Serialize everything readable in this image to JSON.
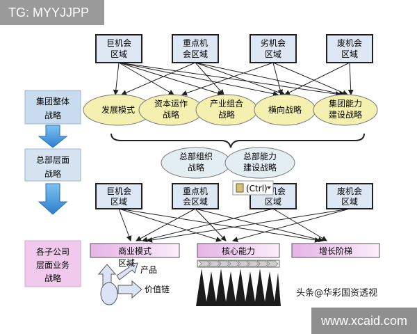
{
  "watermark_top_left": "TG: MYYJJPP",
  "watermark_bottom_right": "www.xcaid.com",
  "watermark_caption": "头条@华彩国资透视",
  "top_opportunity_boxes": [
    [
      "巨机会",
      "区域"
    ],
    [
      "重点机",
      "会区域"
    ],
    [
      "劣机会",
      "区域"
    ],
    [
      "废机会",
      "区域"
    ]
  ],
  "bottom_opportunity_boxes": [
    [
      "巨机会",
      "区域"
    ],
    [
      "重点机",
      "会区域"
    ],
    [
      "劣机会",
      "区域"
    ],
    [
      "废机会",
      "区域"
    ]
  ],
  "level_labels": {
    "group": [
      "集团整体",
      "战略"
    ],
    "hq": [
      "总部层面",
      "战略"
    ],
    "sub": [
      "各子公司",
      "层面业务",
      "战略"
    ]
  },
  "group_strategies": [
    [
      "发展模式"
    ],
    [
      "资本运作",
      "战略"
    ],
    [
      "产业组合",
      "战略"
    ],
    [
      "横向战略"
    ],
    [
      "集团能力",
      "建设战略"
    ]
  ],
  "hq_strategies": [
    [
      "总部组织",
      "战略"
    ],
    [
      "总部能力",
      "建设战略"
    ]
  ],
  "ctrl_tooltip": "(Ctrl)",
  "business_bars": [
    "商业模式",
    "核心能力",
    "增长阶梯"
  ],
  "business_model_sublabels": [
    "区域",
    "产品",
    "价值链"
  ],
  "colors": {
    "box_fill": "#dde8f4",
    "box_border": "#1f1f1f",
    "ellipse_fill": "#f4f0b0",
    "hq_ellipse_fill": "#e3eef2",
    "level_label_fill": "#c9dcef",
    "sub_label_fill": "#f1c9ec",
    "arrow_fill": "#3a8fd8",
    "bar_fill": "#e6b3e6",
    "bar_light": "#f8e6f6"
  }
}
